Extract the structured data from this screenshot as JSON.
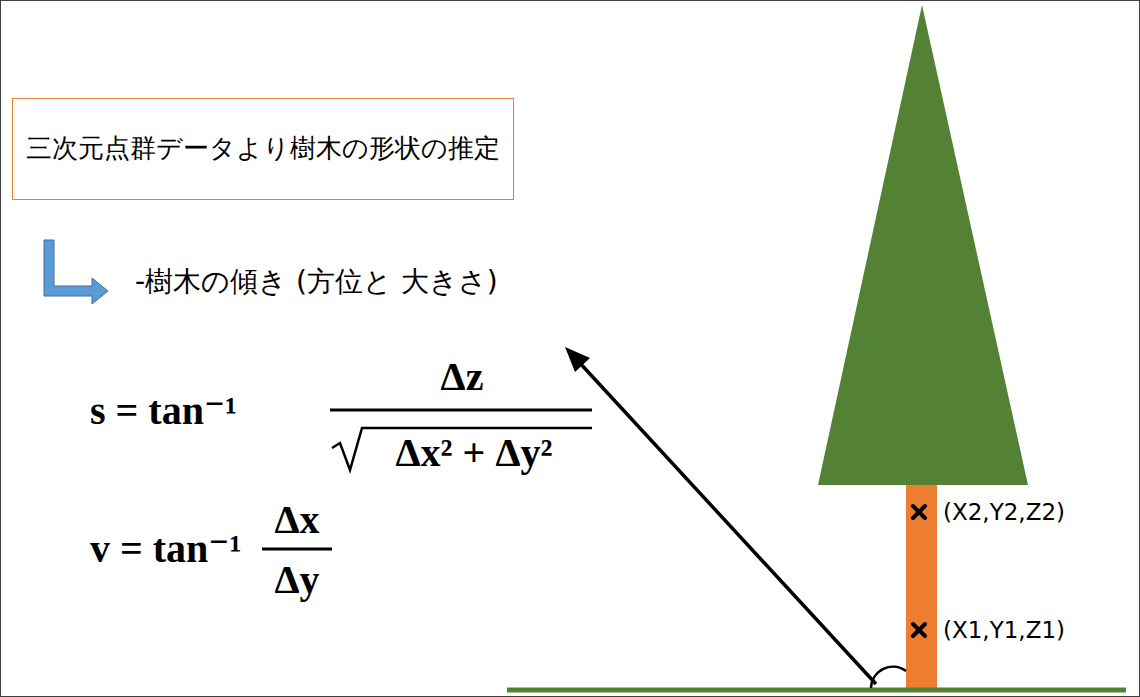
{
  "diagram": {
    "nodes": [
      {
        "text": [
          "三次元点群データより樹木の形状の推定"
        ]
      }
    ],
    "labels": [
      "-樹木の傾き (方位と 大きさ)",
      "s = tan⁻¹",
      "Δz",
      "Δx² + Δy²",
      "v = tan⁻¹",
      "Δx",
      "Δy",
      "(X2,Y2,Z2)",
      "(X1,Y1,Z1)"
    ]
  }
}
